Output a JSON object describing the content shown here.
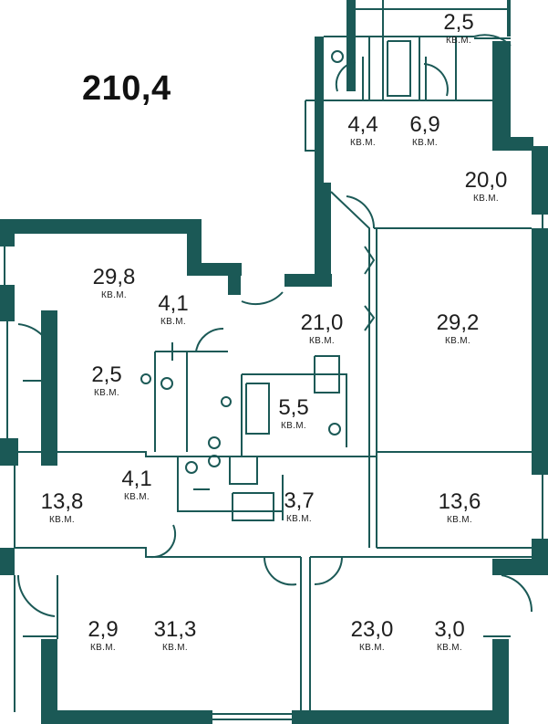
{
  "total_area": "210,4",
  "unit": "КВ.М.",
  "wall_color": "#1b5956",
  "line_color": "#1b5956",
  "rooms": [
    {
      "id": "r1",
      "area": "2,5"
    },
    {
      "id": "r2",
      "area": "4,4"
    },
    {
      "id": "r3",
      "area": "6,9"
    },
    {
      "id": "r4",
      "area": "20,0"
    },
    {
      "id": "r5",
      "area": "29,8"
    },
    {
      "id": "r6",
      "area": "4,1"
    },
    {
      "id": "r7",
      "area": "21,0"
    },
    {
      "id": "r8",
      "area": "29,2"
    },
    {
      "id": "r9",
      "area": "2,5"
    },
    {
      "id": "r10",
      "area": "5,5"
    },
    {
      "id": "r11",
      "area": "13,8"
    },
    {
      "id": "r12",
      "area": "4,1"
    },
    {
      "id": "r13",
      "area": "3,7"
    },
    {
      "id": "r14",
      "area": "13,6"
    },
    {
      "id": "r15",
      "area": "2,9"
    },
    {
      "id": "r16",
      "area": "31,3"
    },
    {
      "id": "r17",
      "area": "23,0"
    },
    {
      "id": "r18",
      "area": "3,0"
    }
  ]
}
